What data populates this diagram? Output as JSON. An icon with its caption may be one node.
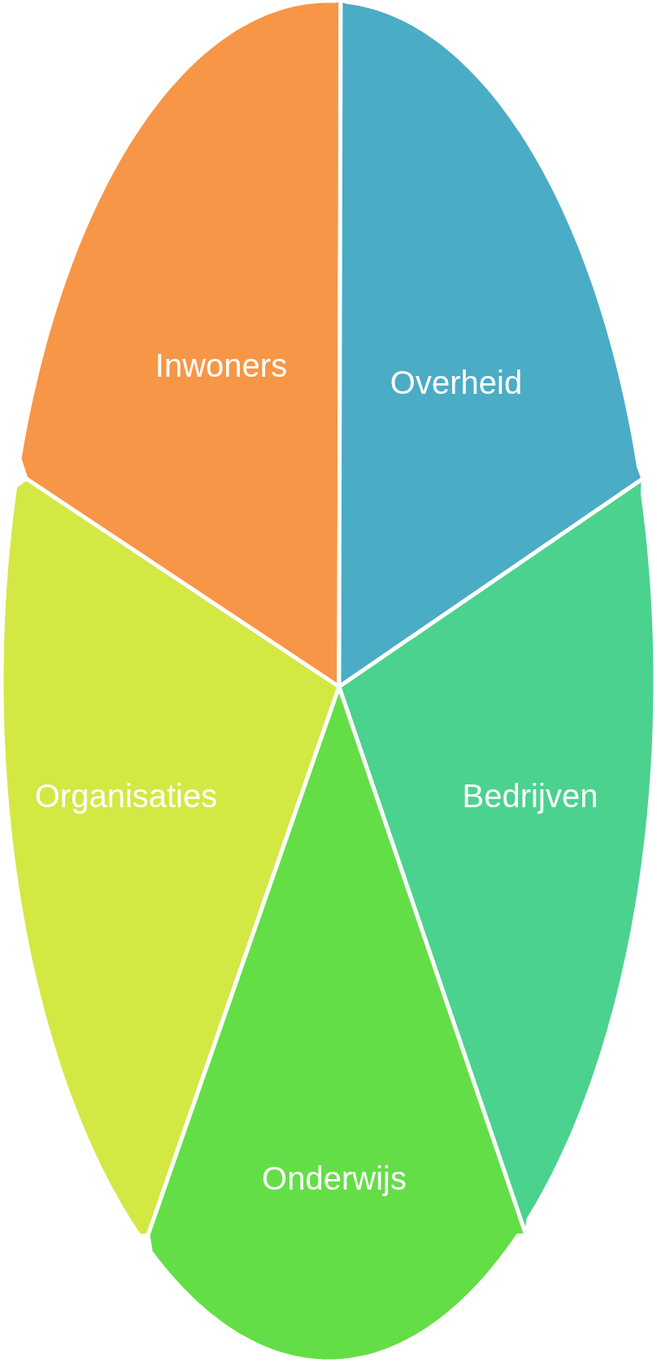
{
  "diagram": {
    "nodes": [
      {
        "text": [
          "Inwoners"
        ]
      },
      {
        "text": [
          "Overheid"
        ]
      },
      {
        "text": [
          "Organisaties"
        ]
      },
      {
        "text": [
          "Bedrijven"
        ]
      },
      {
        "text": [
          "Onderwijs"
        ]
      }
    ]
  }
}
